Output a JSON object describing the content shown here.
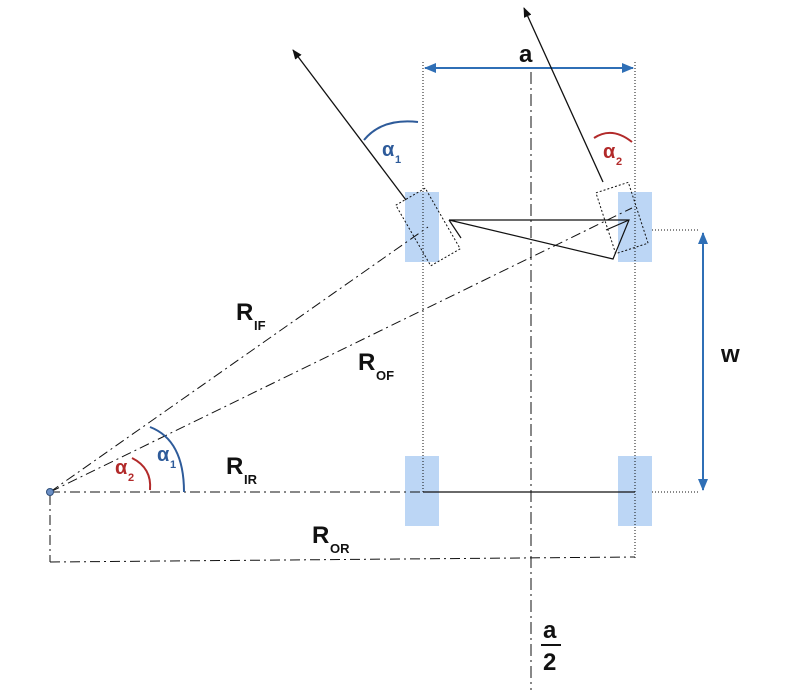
{
  "labels": {
    "a": "a",
    "w": "w",
    "a_half_num": "a",
    "a_half_den": "2",
    "r_if_main": "R",
    "r_if_sub": "IF",
    "r_of_main": "R",
    "r_of_sub": "OF",
    "r_ir_main": "R",
    "r_ir_sub": "IR",
    "r_or_main": "R",
    "r_or_sub": "OR",
    "alpha1_main": "α",
    "alpha1_sub": "1",
    "alpha2_main": "α",
    "alpha2_sub": "2"
  },
  "colors": {
    "wheel_fill": "#bcd6f5",
    "dimension_blue": "#2f6fb6",
    "alpha1_blue": "#2e5b9a",
    "alpha2_red": "#b22a2a",
    "line": "#111111"
  }
}
